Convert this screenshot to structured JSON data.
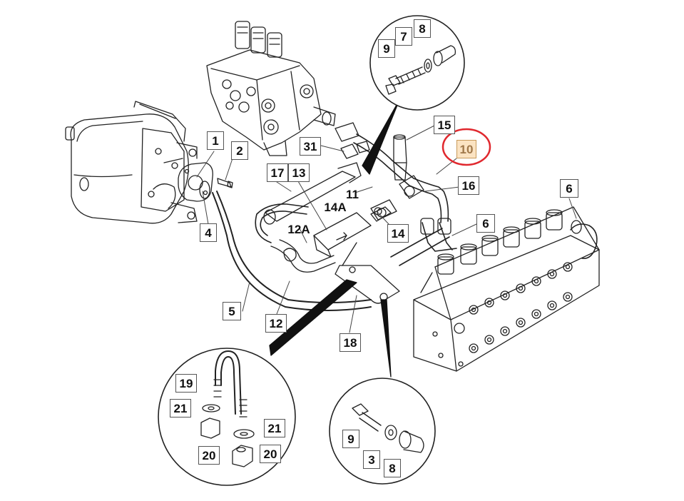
{
  "diagram": {
    "highlight_color": "#e0282e",
    "highlight_fill": "#fbe3c2",
    "callouts": [
      {
        "id": "c1",
        "label": "1"
      },
      {
        "id": "c2",
        "label": "2"
      },
      {
        "id": "c4",
        "label": "4"
      },
      {
        "id": "c5",
        "label": "5"
      },
      {
        "id": "c12",
        "label": "12"
      },
      {
        "id": "c12a",
        "label": "12A"
      },
      {
        "id": "c17",
        "label": "17"
      },
      {
        "id": "c13",
        "label": "13"
      },
      {
        "id": "c31",
        "label": "31"
      },
      {
        "id": "c11",
        "label": "11"
      },
      {
        "id": "c14a",
        "label": "14A"
      },
      {
        "id": "c14",
        "label": "14"
      },
      {
        "id": "c15",
        "label": "15"
      },
      {
        "id": "c10",
        "label": "10"
      },
      {
        "id": "c16",
        "label": "16"
      },
      {
        "id": "c6a",
        "label": "6"
      },
      {
        "id": "c6b",
        "label": "6"
      },
      {
        "id": "c18",
        "label": "18"
      },
      {
        "id": "c9top",
        "label": "9"
      },
      {
        "id": "c7",
        "label": "7"
      },
      {
        "id": "c8top",
        "label": "8"
      },
      {
        "id": "c19",
        "label": "19"
      },
      {
        "id": "c21a",
        "label": "21"
      },
      {
        "id": "c21b",
        "label": "21"
      },
      {
        "id": "c20a",
        "label": "20"
      },
      {
        "id": "c20b",
        "label": "20"
      },
      {
        "id": "c9bot",
        "label": "9"
      },
      {
        "id": "c3",
        "label": "3"
      },
      {
        "id": "c8bot",
        "label": "8"
      }
    ]
  }
}
